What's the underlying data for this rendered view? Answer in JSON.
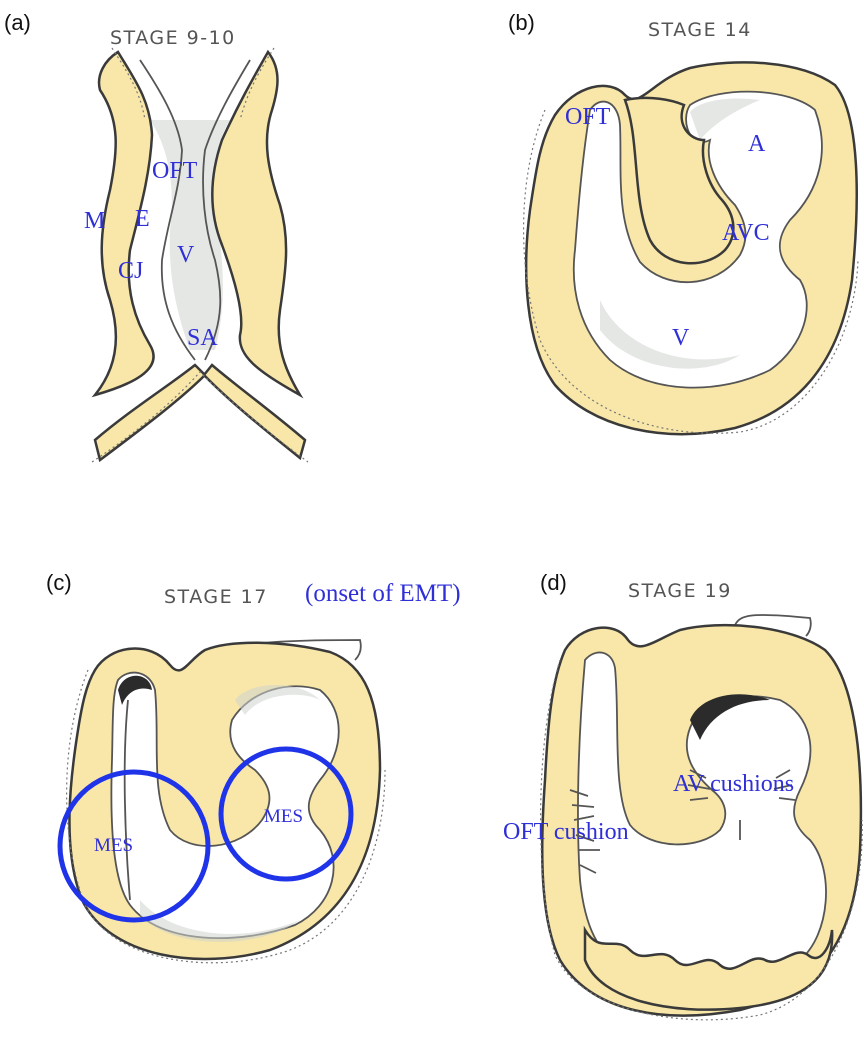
{
  "colors": {
    "tissue_fill": "#f8e7a8",
    "label_blue": "#2f2fd8",
    "circle_blue": "#1f33e8",
    "outline": "#3a3a3a"
  },
  "panels": {
    "a": {
      "letter": "(a)",
      "stage": "STAGE 9-10",
      "labels": {
        "oft": "OFT",
        "m": "M",
        "e": "E",
        "cj": "CJ",
        "v": "V",
        "sa": "SA"
      }
    },
    "b": {
      "letter": "(b)",
      "stage": "STAGE 14",
      "labels": {
        "oft": "OFT",
        "a": "A",
        "avc": "AVC",
        "v": "V"
      }
    },
    "c": {
      "letter": "(c)",
      "stage": "STAGE 17",
      "onset": "(onset of EMT)",
      "labels": {
        "mes_left": "MES",
        "mes_right": "MES"
      }
    },
    "d": {
      "letter": "(d)",
      "stage": "STAGE 19",
      "labels": {
        "av_cushions": "AV cushions",
        "oft_cushion": "OFT cushion"
      }
    }
  }
}
